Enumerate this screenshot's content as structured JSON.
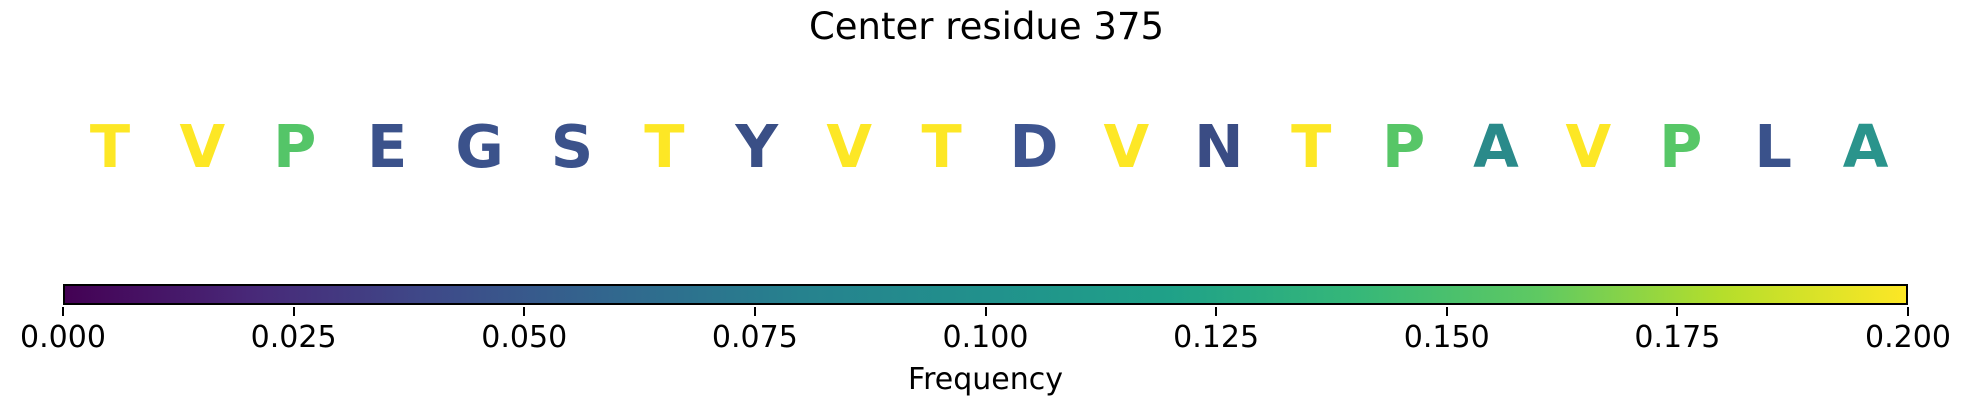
{
  "chart_data": {
    "type": "heatmap",
    "title": "Center residue 375",
    "description": "Amino-acid sequence window around center residue 375, each letter colored by its frequency using the viridis colormap",
    "sequence": [
      "T",
      "V",
      "P",
      "E",
      "G",
      "S",
      "T",
      "Y",
      "V",
      "T",
      "D",
      "V",
      "N",
      "T",
      "P",
      "A",
      "V",
      "P",
      "L",
      "A"
    ],
    "letter_colors": [
      "#FDE725",
      "#FDE725",
      "#54C568",
      "#3B528B",
      "#3B528B",
      "#3B528B",
      "#FDE725",
      "#3A4F86",
      "#FDE725",
      "#FDE725",
      "#3E5590",
      "#FDE725",
      "#3A4C84",
      "#FDE725",
      "#57C667",
      "#2A8A8A",
      "#FDE725",
      "#57C767",
      "#3A528B",
      "#2A948C"
    ],
    "frequencies_estimated": [
      0.2,
      0.2,
      0.15,
      0.05,
      0.05,
      0.05,
      0.2,
      0.048,
      0.2,
      0.2,
      0.055,
      0.2,
      0.05,
      0.2,
      0.15,
      0.105,
      0.2,
      0.15,
      0.05,
      0.11
    ],
    "colorbar": {
      "label": "Frequency",
      "min": 0.0,
      "max": 0.2,
      "ticks": [
        "0.000",
        "0.025",
        "0.050",
        "0.075",
        "0.100",
        "0.125",
        "0.150",
        "0.175",
        "0.200"
      ],
      "colormap": "viridis",
      "colormap_stops": [
        "#440154",
        "#482878",
        "#3E4A89",
        "#31688E",
        "#26828E",
        "#21918C",
        "#1FA188",
        "#35B779",
        "#5EC962",
        "#B5DE2B",
        "#FDE725"
      ]
    },
    "layout_hints": {
      "legend": "none",
      "grid": "off",
      "colorbar_position": "bottom-horizontal"
    }
  }
}
